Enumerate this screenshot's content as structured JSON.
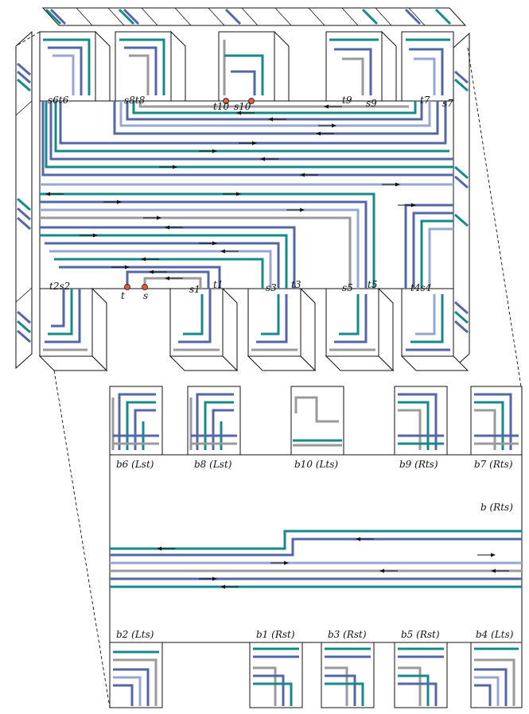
{
  "colors": {
    "teal": "#16898a",
    "blue": "#5566a6",
    "lightblue": "#97a7d2",
    "gray": "#9a9a9a",
    "outline": "#111111",
    "terminal": "#e05a3c"
  },
  "top_labels": [
    {
      "id": "s6t6",
      "text": "s6t6"
    },
    {
      "id": "s8t8",
      "text": "s8t8"
    },
    {
      "id": "t10",
      "text": "t10"
    },
    {
      "id": "s10",
      "text": "s10"
    },
    {
      "id": "t9",
      "text": "t9"
    },
    {
      "id": "s9",
      "text": "s9"
    },
    {
      "id": "t7",
      "text": "t7"
    },
    {
      "id": "s7",
      "text": "s7"
    }
  ],
  "bottom_labels": [
    {
      "id": "t2s2",
      "text": "t2s2"
    },
    {
      "id": "t",
      "text": "t"
    },
    {
      "id": "s",
      "text": "s"
    },
    {
      "id": "s1",
      "text": "s1"
    },
    {
      "id": "t1",
      "text": "t1"
    },
    {
      "id": "s3",
      "text": "s3"
    },
    {
      "id": "t3",
      "text": "t3"
    },
    {
      "id": "s5",
      "text": "s5"
    },
    {
      "id": "t5",
      "text": "t5"
    },
    {
      "id": "t4s4",
      "text": "t4s4"
    }
  ],
  "zoom_top_labels": [
    {
      "id": "b6",
      "text": "b6 (Lst)"
    },
    {
      "id": "b8",
      "text": "b8 (Lst)"
    },
    {
      "id": "b10",
      "text": "b10 (Lts)"
    },
    {
      "id": "b9",
      "text": "b9 (Rts)"
    },
    {
      "id": "b7",
      "text": "b7 (Rts)"
    }
  ],
  "zoom_main_label": "b (Rts)",
  "zoom_bottom_labels": [
    {
      "id": "b2",
      "text": "b2 (Lts)"
    },
    {
      "id": "b1",
      "text": "b1 (Rst)"
    },
    {
      "id": "b3",
      "text": "b3 (Rst)"
    },
    {
      "id": "b5",
      "text": "b5 (Rst)"
    },
    {
      "id": "b4",
      "text": "b4 (Lts)"
    }
  ],
  "icons": [
    "arrow-icon",
    "terminal-dot-icon"
  ]
}
